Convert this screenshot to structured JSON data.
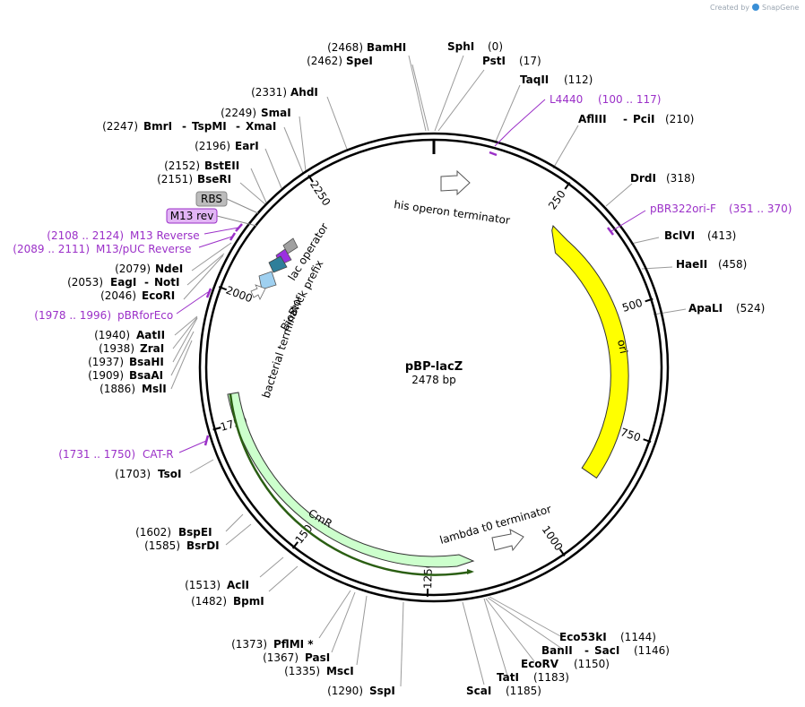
{
  "watermark": {
    "created_by": "Created by",
    "app": "SnapGene"
  },
  "plasmid": {
    "name": "pBP-lacZ",
    "length": "2478 bp"
  },
  "colors": {
    "ori": "#ffff00",
    "cmr": "#ccffcc",
    "primer": "#9b30c8",
    "backbone": "#000000"
  },
  "ticks": [
    "250",
    "500",
    "750",
    "1000",
    "1250",
    "1500",
    "1750",
    "2000",
    "2250"
  ],
  "sites_right": [
    {
      "pos": "(0)",
      "name": "SphI"
    },
    {
      "pos": "(17)",
      "name": "PstI"
    },
    {
      "pos": "(112)",
      "name": "TaqII"
    },
    {
      "pos": "(210)",
      "name": "AflIII",
      "sep": "-",
      "name2": "PciI"
    },
    {
      "pos": "(318)",
      "name": "DrdI"
    },
    {
      "pos": "(413)",
      "name": "BclVI"
    },
    {
      "pos": "(458)",
      "name": "HaeII"
    },
    {
      "pos": "(524)",
      "name": "ApaLI"
    },
    {
      "pos": "(1144)",
      "name": "Eco53kI"
    },
    {
      "pos": "(1146)",
      "name": "BanII",
      "sep": "-",
      "name2": "SacI"
    },
    {
      "pos": "(1150)",
      "name": "EcoRV"
    },
    {
      "pos": "(1183)",
      "name": "TatI"
    },
    {
      "pos": "(1185)",
      "name": "ScaI"
    }
  ],
  "sites_left": [
    {
      "pos": "(2468)",
      "name": "BamHI"
    },
    {
      "pos": "(2462)",
      "name": "SpeI"
    },
    {
      "pos": "(2331)",
      "name": "AhdI"
    },
    {
      "pos": "(2249)",
      "name": "SmaI"
    },
    {
      "pos": "(2247)",
      "name": "BmrI",
      "sep": "-",
      "name2": "TspMI",
      "sep2": "-",
      "name3": "XmaI"
    },
    {
      "pos": "(2196)",
      "name": "EarI"
    },
    {
      "pos": "(2152)",
      "name": "BstEII"
    },
    {
      "pos": "(2151)",
      "name": "BseRI"
    },
    {
      "pos": "(2079)",
      "name": "NdeI"
    },
    {
      "pos": "(2053)",
      "name": "EagI",
      "sep": "-",
      "name2": "NotI"
    },
    {
      "pos": "(2046)",
      "name": "EcoRI"
    },
    {
      "pos": "(1940)",
      "name": "AatII"
    },
    {
      "pos": "(1938)",
      "name": "ZraI"
    },
    {
      "pos": "(1937)",
      "name": "BsaHI"
    },
    {
      "pos": "(1909)",
      "name": "BsaAI"
    },
    {
      "pos": "(1886)",
      "name": "MslI"
    },
    {
      "pos": "(1703)",
      "name": "TsoI"
    },
    {
      "pos": "(1602)",
      "name": "BspEI"
    },
    {
      "pos": "(1585)",
      "name": "BsrDI"
    },
    {
      "pos": "(1513)",
      "name": "AclI"
    },
    {
      "pos": "(1482)",
      "name": "BpmI"
    },
    {
      "pos": "(1373)",
      "name": "PflMI *"
    },
    {
      "pos": "(1367)",
      "name": "PasI"
    },
    {
      "pos": "(1335)",
      "name": "MscI"
    },
    {
      "pos": "(1290)",
      "name": "SspI"
    }
  ],
  "primers": [
    {
      "name": "L4440",
      "range": "(100 .. 117)"
    },
    {
      "name": "pBR322ori-F",
      "range": "(351 .. 370)"
    },
    {
      "name": "M13 Reverse",
      "range": "(2108 .. 2124)"
    },
    {
      "name": "M13/pUC Reverse",
      "range": "(2089 .. 2111)"
    },
    {
      "name": "pBRforEco",
      "range": "(1978 .. 1996)"
    },
    {
      "name": "CAT-R",
      "range": "(1731 .. 1750)"
    }
  ],
  "features": {
    "his_term": "his operon terminator",
    "ori": "ori",
    "lambda_term": "lambda t0 terminator",
    "cmr": "CmR",
    "bact_term": "bacterial terminator",
    "biobrick": "BioBrick prefix",
    "lac_op": "lac operator",
    "rbs": "RBS",
    "m13rev": "M13 rev"
  }
}
